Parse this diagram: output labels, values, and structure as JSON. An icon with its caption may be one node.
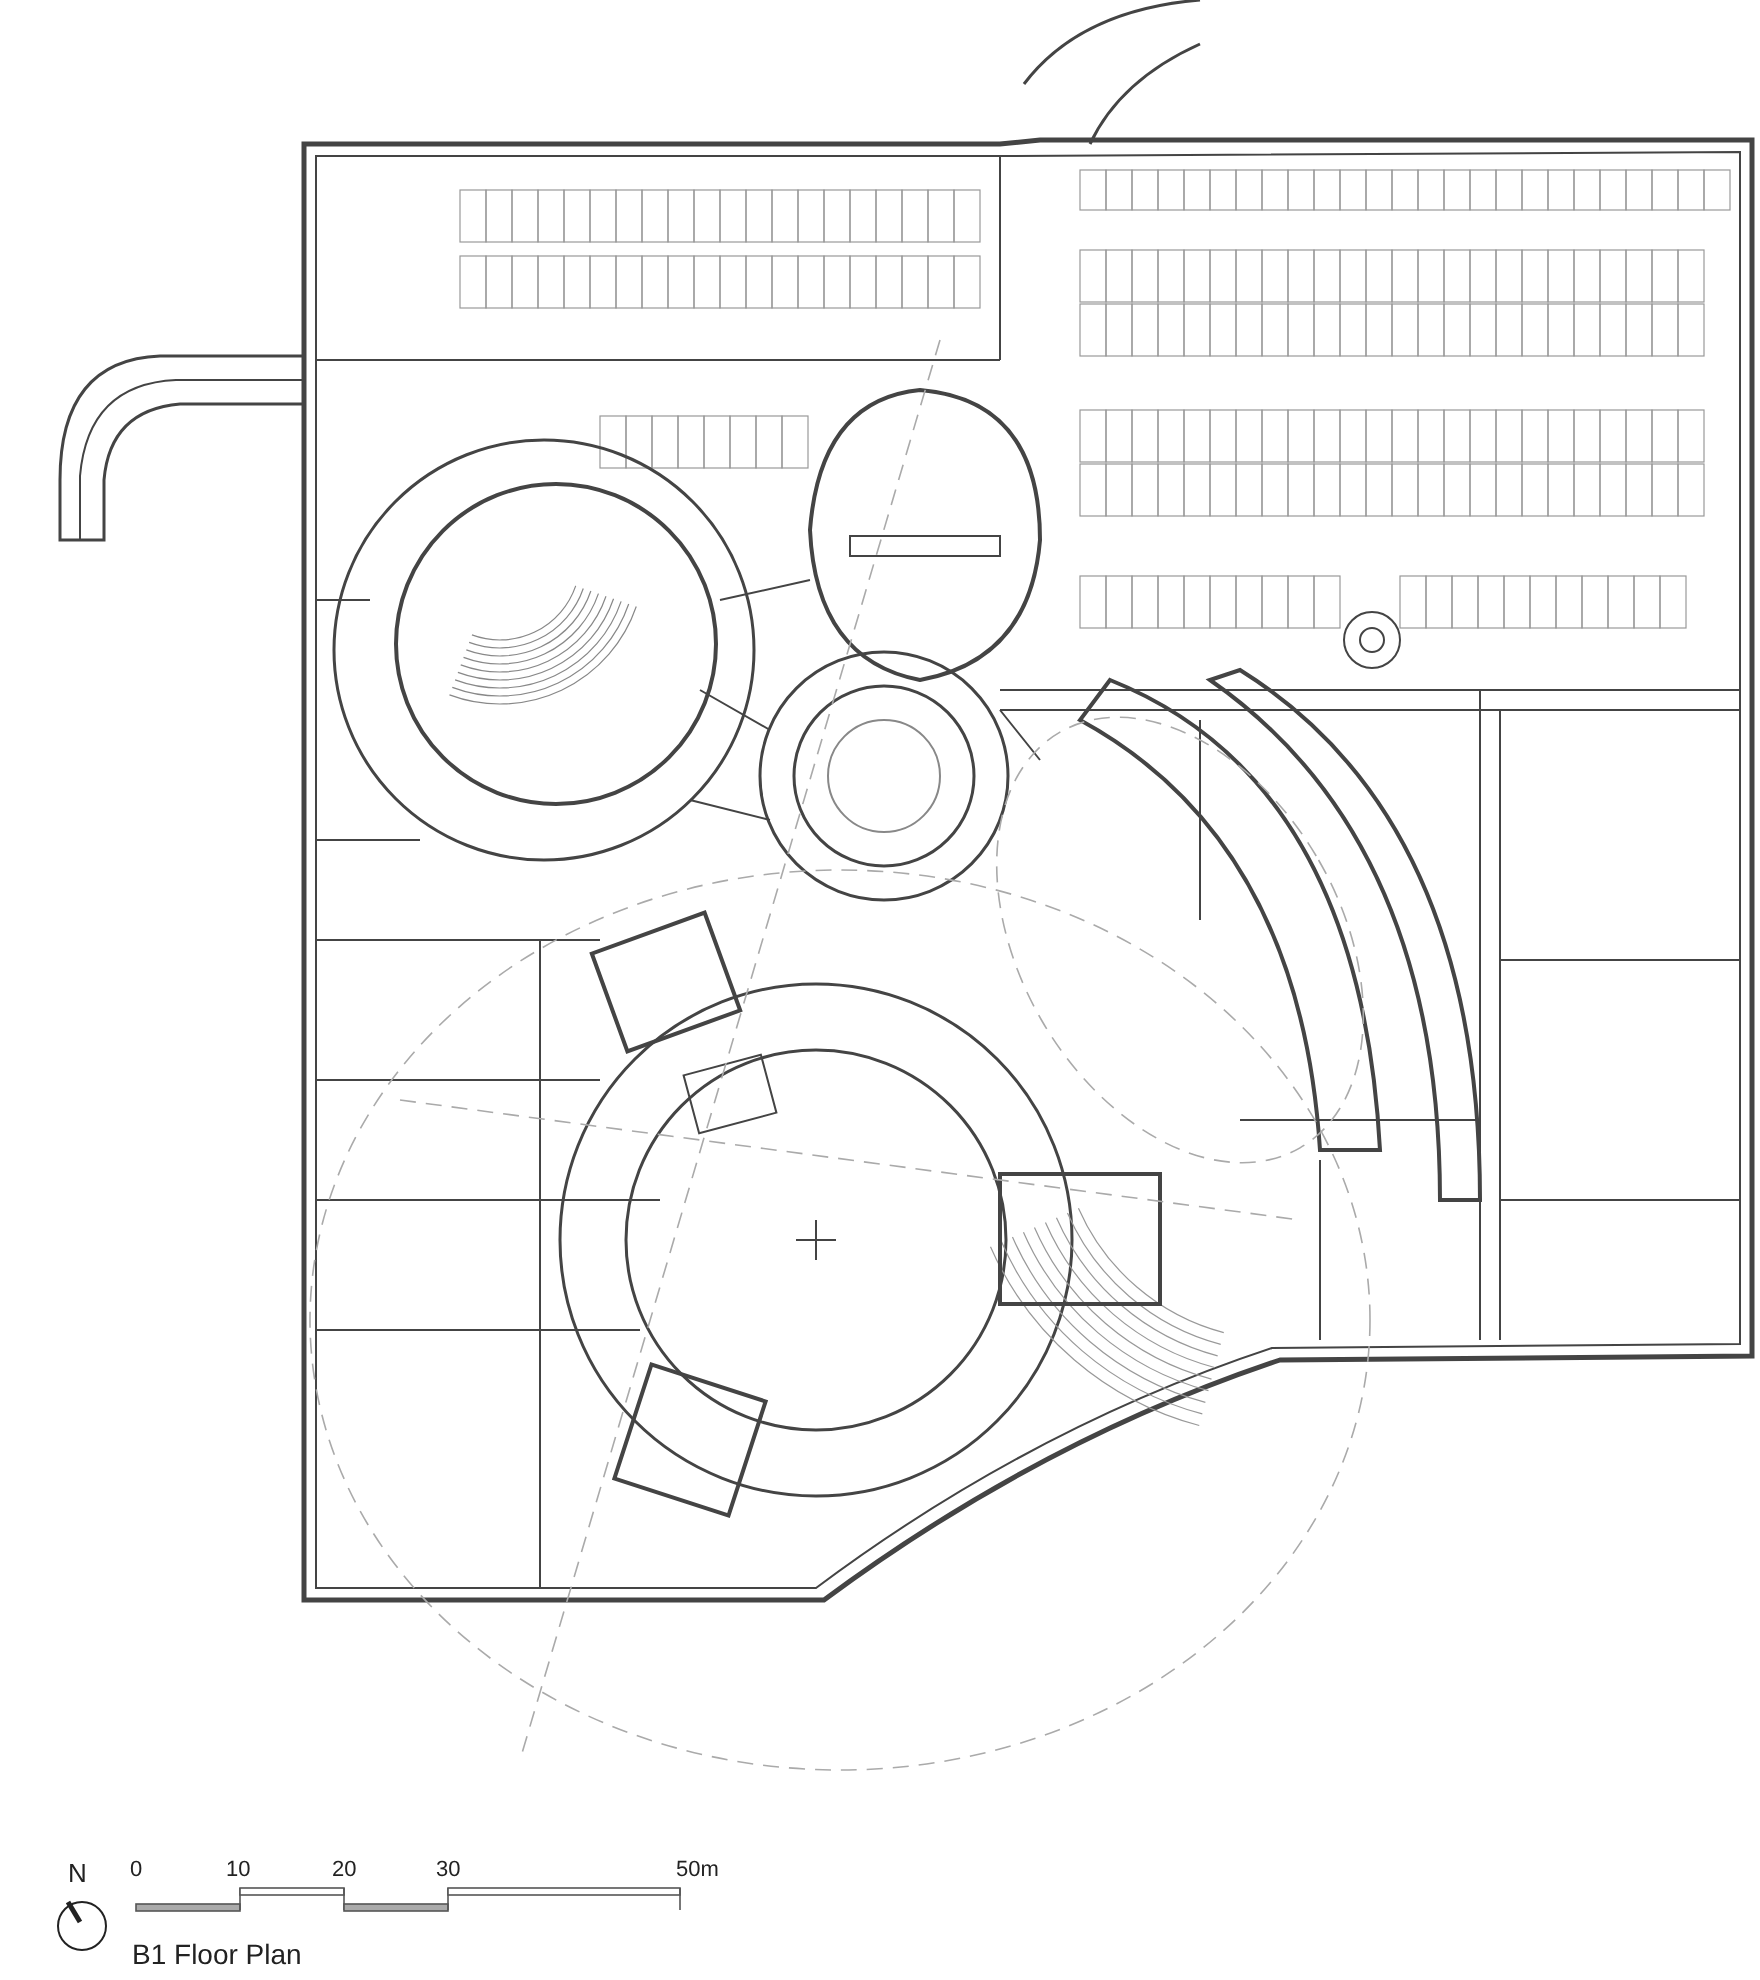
{
  "diagram": {
    "caption": "B1 Floor Plan",
    "labels": [
      "N",
      "0",
      "10",
      "20",
      "30",
      "50m"
    ]
  }
}
